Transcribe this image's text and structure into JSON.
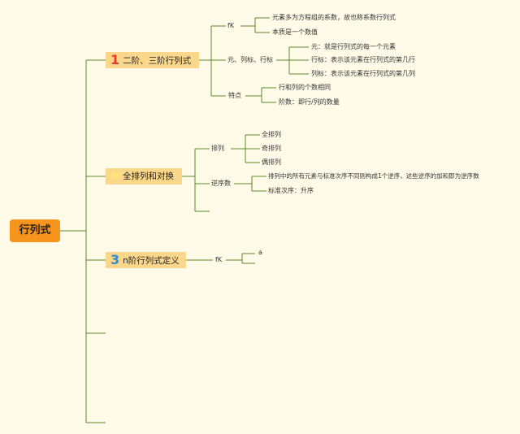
{
  "root": {
    "label": "行列式"
  },
  "branches": [
    {
      "num": "1",
      "label": "二阶、三阶行列式"
    },
    {
      "num": "",
      "icon": "lightbulb-icon",
      "label": "全排列和对换"
    },
    {
      "num": "3",
      "label": "n阶行列式定义"
    }
  ],
  "b1": {
    "fk": {
      "label": "fK",
      "items": [
        "元素多为方程组的系数，故也称系数行列式",
        "本质是一个数值"
      ]
    },
    "yuan": {
      "label": "元、列标、行标",
      "items": [
        "元：就是行列式的每一个元素",
        "行标：表示该元素在行列式的第几行",
        "列标：表示该元素在行列式的第几列"
      ]
    },
    "tedian": {
      "label": "特点",
      "items": [
        "行和列的个数相同",
        "阶数：即行/列的数量"
      ]
    }
  },
  "b2": {
    "pailie": {
      "label": "排列",
      "items": [
        "全排列",
        "奇排列",
        "偶排列"
      ]
    },
    "nixu": {
      "label": "逆序数",
      "items": [
        "排列中的所有元素与标准次序不同则构成1个逆序，这些逆序的加和即为逆序数",
        "标准次序：升序"
      ]
    }
  },
  "b3": {
    "fk": {
      "label": "fK",
      "items": [
        "a"
      ]
    }
  }
}
